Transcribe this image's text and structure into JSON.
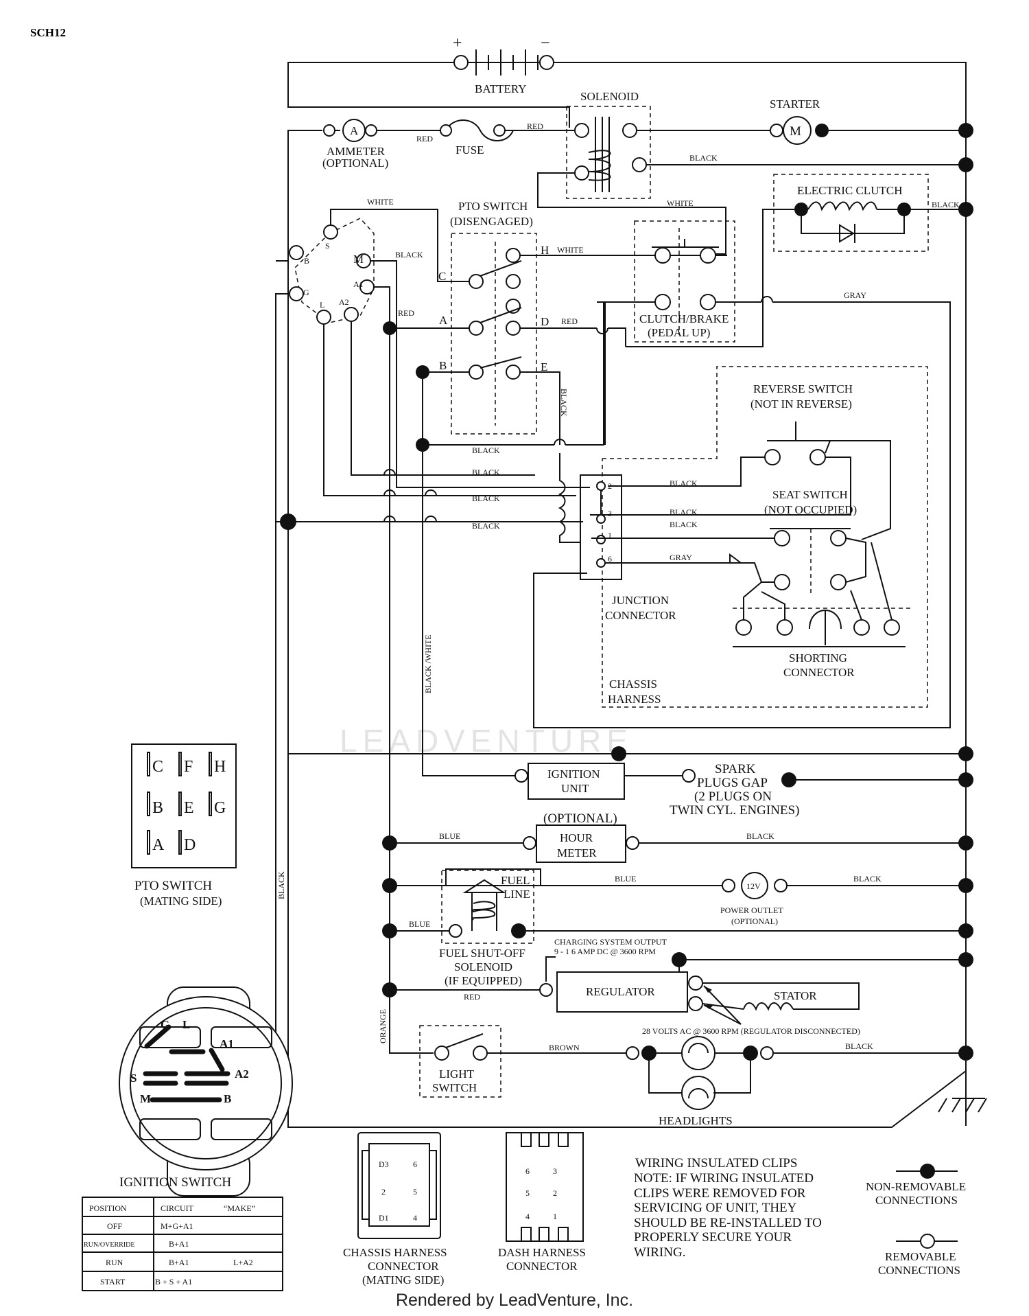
{
  "page_id": "SCH12",
  "footer": "Rendered by LeadVenture, Inc.",
  "watermark": "LEADVENTURE",
  "components": {
    "battery": "BATTERY",
    "battery_plus": "+",
    "battery_minus": "−",
    "solenoid": "SOLENOID",
    "starter": "STARTER",
    "starter_symbol": "M",
    "ammeter": "AMMETER",
    "ammeter_opt": "(OPTIONAL)",
    "ammeter_symbol": "A",
    "fuse": "FUSE",
    "electric_clutch": "ELECTRIC CLUTCH",
    "pto_switch_1": "PTO SWITCH",
    "pto_switch_2": "(DISENGAGED)",
    "clutch_brake_1": "CLUTCH/BRAKE",
    "clutch_brake_2": "(PEDAL UP)",
    "reverse_1": "REVERSE SWITCH",
    "reverse_2": "(NOT IN REVERSE)",
    "seat_1": "SEAT SWITCH",
    "seat_2": "(NOT OCCUPIED)",
    "junction_1": "JUNCTION",
    "junction_2": "CONNECTOR",
    "shorting_1": "SHORTING",
    "shorting_2": "CONNECTOR",
    "chassis_h_1": "CHASSIS",
    "chassis_h_2": "HARNESS",
    "ignition_unit_1": "IGNITION",
    "ignition_unit_2": "UNIT",
    "spark_1": "SPARK",
    "spark_2": "PLUGS GAP",
    "spark_3": "(2 PLUGS ON",
    "spark_4": "TWIN CYL. ENGINES)",
    "hour_opt": "(OPTIONAL)",
    "hour_1": "HOUR",
    "hour_2": "METER",
    "fuel_line_1": "FUEL",
    "fuel_line_2": "LINE",
    "power_outlet_1": "POWER OUTLET",
    "power_outlet_2": "(OPTIONAL)",
    "power_outlet_symbol": "12V",
    "fuel_sol_1": "FUEL SHUT-OFF",
    "fuel_sol_2": "SOLENOID",
    "fuel_sol_3": "(IF EQUIPPED)",
    "charging_1": "CHARGING SYSTEM OUTPUT",
    "charging_2": "9 - 1 6 AMP DC @ 3600 RPM",
    "regulator": "REGULATOR",
    "stator": "STATOR",
    "stator_volts": "28 VOLTS AC @ 3600 RPM (REGULATOR DISCONNECTED)",
    "light_sw_1": "LIGHT",
    "light_sw_2": "SWITCH",
    "headlights": "HEADLIGHTS"
  },
  "wire_labels": {
    "red": "RED",
    "black": "BLACK",
    "white": "WHITE",
    "gray": "GRAY",
    "blue": "BLUE",
    "orange": "ORANGE",
    "brown": "BROWN",
    "black_white": "BLACK /WHITE"
  },
  "terminals": {
    "pto": [
      "C",
      "H",
      "A",
      "D",
      "B",
      "E"
    ],
    "ign": [
      "S",
      "M",
      "B",
      "A1",
      "G",
      "L",
      "A2"
    ],
    "junction": [
      "2",
      "3",
      "1",
      "6"
    ]
  },
  "pto_mating": {
    "title": "PTO SWITCH",
    "subtitle": "(MATING SIDE)",
    "letters": [
      "C",
      "F",
      "H",
      "B",
      "E",
      "G",
      "A",
      "D"
    ]
  },
  "ignition_switch": {
    "title": "IGNITION SWITCH",
    "terminals": [
      "G",
      "L",
      "A1",
      "S",
      "A2",
      "M",
      "B"
    ],
    "headers": [
      "POSITION",
      "CIRCUIT",
      "“MAKE”"
    ],
    "rows": [
      {
        "position": "OFF",
        "circuit": "M+G+A1",
        "make": ""
      },
      {
        "position": "RUN/OVERRIDE",
        "circuit": "B+A1",
        "make": ""
      },
      {
        "position": "RUN",
        "circuit": "B+A1",
        "make": "L+A2"
      },
      {
        "position": "START",
        "circuit": "B + S + A1",
        "make": ""
      }
    ]
  },
  "chassis_connector": {
    "pins": [
      "D3",
      "6",
      "2",
      "5",
      "D1",
      "4"
    ],
    "label_1": "CHASSIS HARNESS",
    "label_2": "CONNECTOR",
    "label_3": "(MATING SIDE)"
  },
  "dash_connector": {
    "pins": [
      "6",
      "3",
      "5",
      "2",
      "4",
      "1"
    ],
    "label_1": "DASH HARNESS",
    "label_2": "CONNECTOR"
  },
  "note": {
    "title": "WIRING INSULATED CLIPS",
    "lines": [
      "NOTE: IF WIRING INSULATED",
      "CLIPS WERE REMOVED FOR",
      "SERVICING OF UNIT, THEY",
      "SHOULD BE RE-INSTALLED TO",
      "PROPERLY SECURE YOUR",
      "WIRING."
    ]
  },
  "legend": {
    "nonremovable_1": "NON-REMOVABLE",
    "nonremovable_2": "CONNECTIONS",
    "removable_1": "REMOVABLE",
    "removable_2": "CONNECTIONS"
  }
}
